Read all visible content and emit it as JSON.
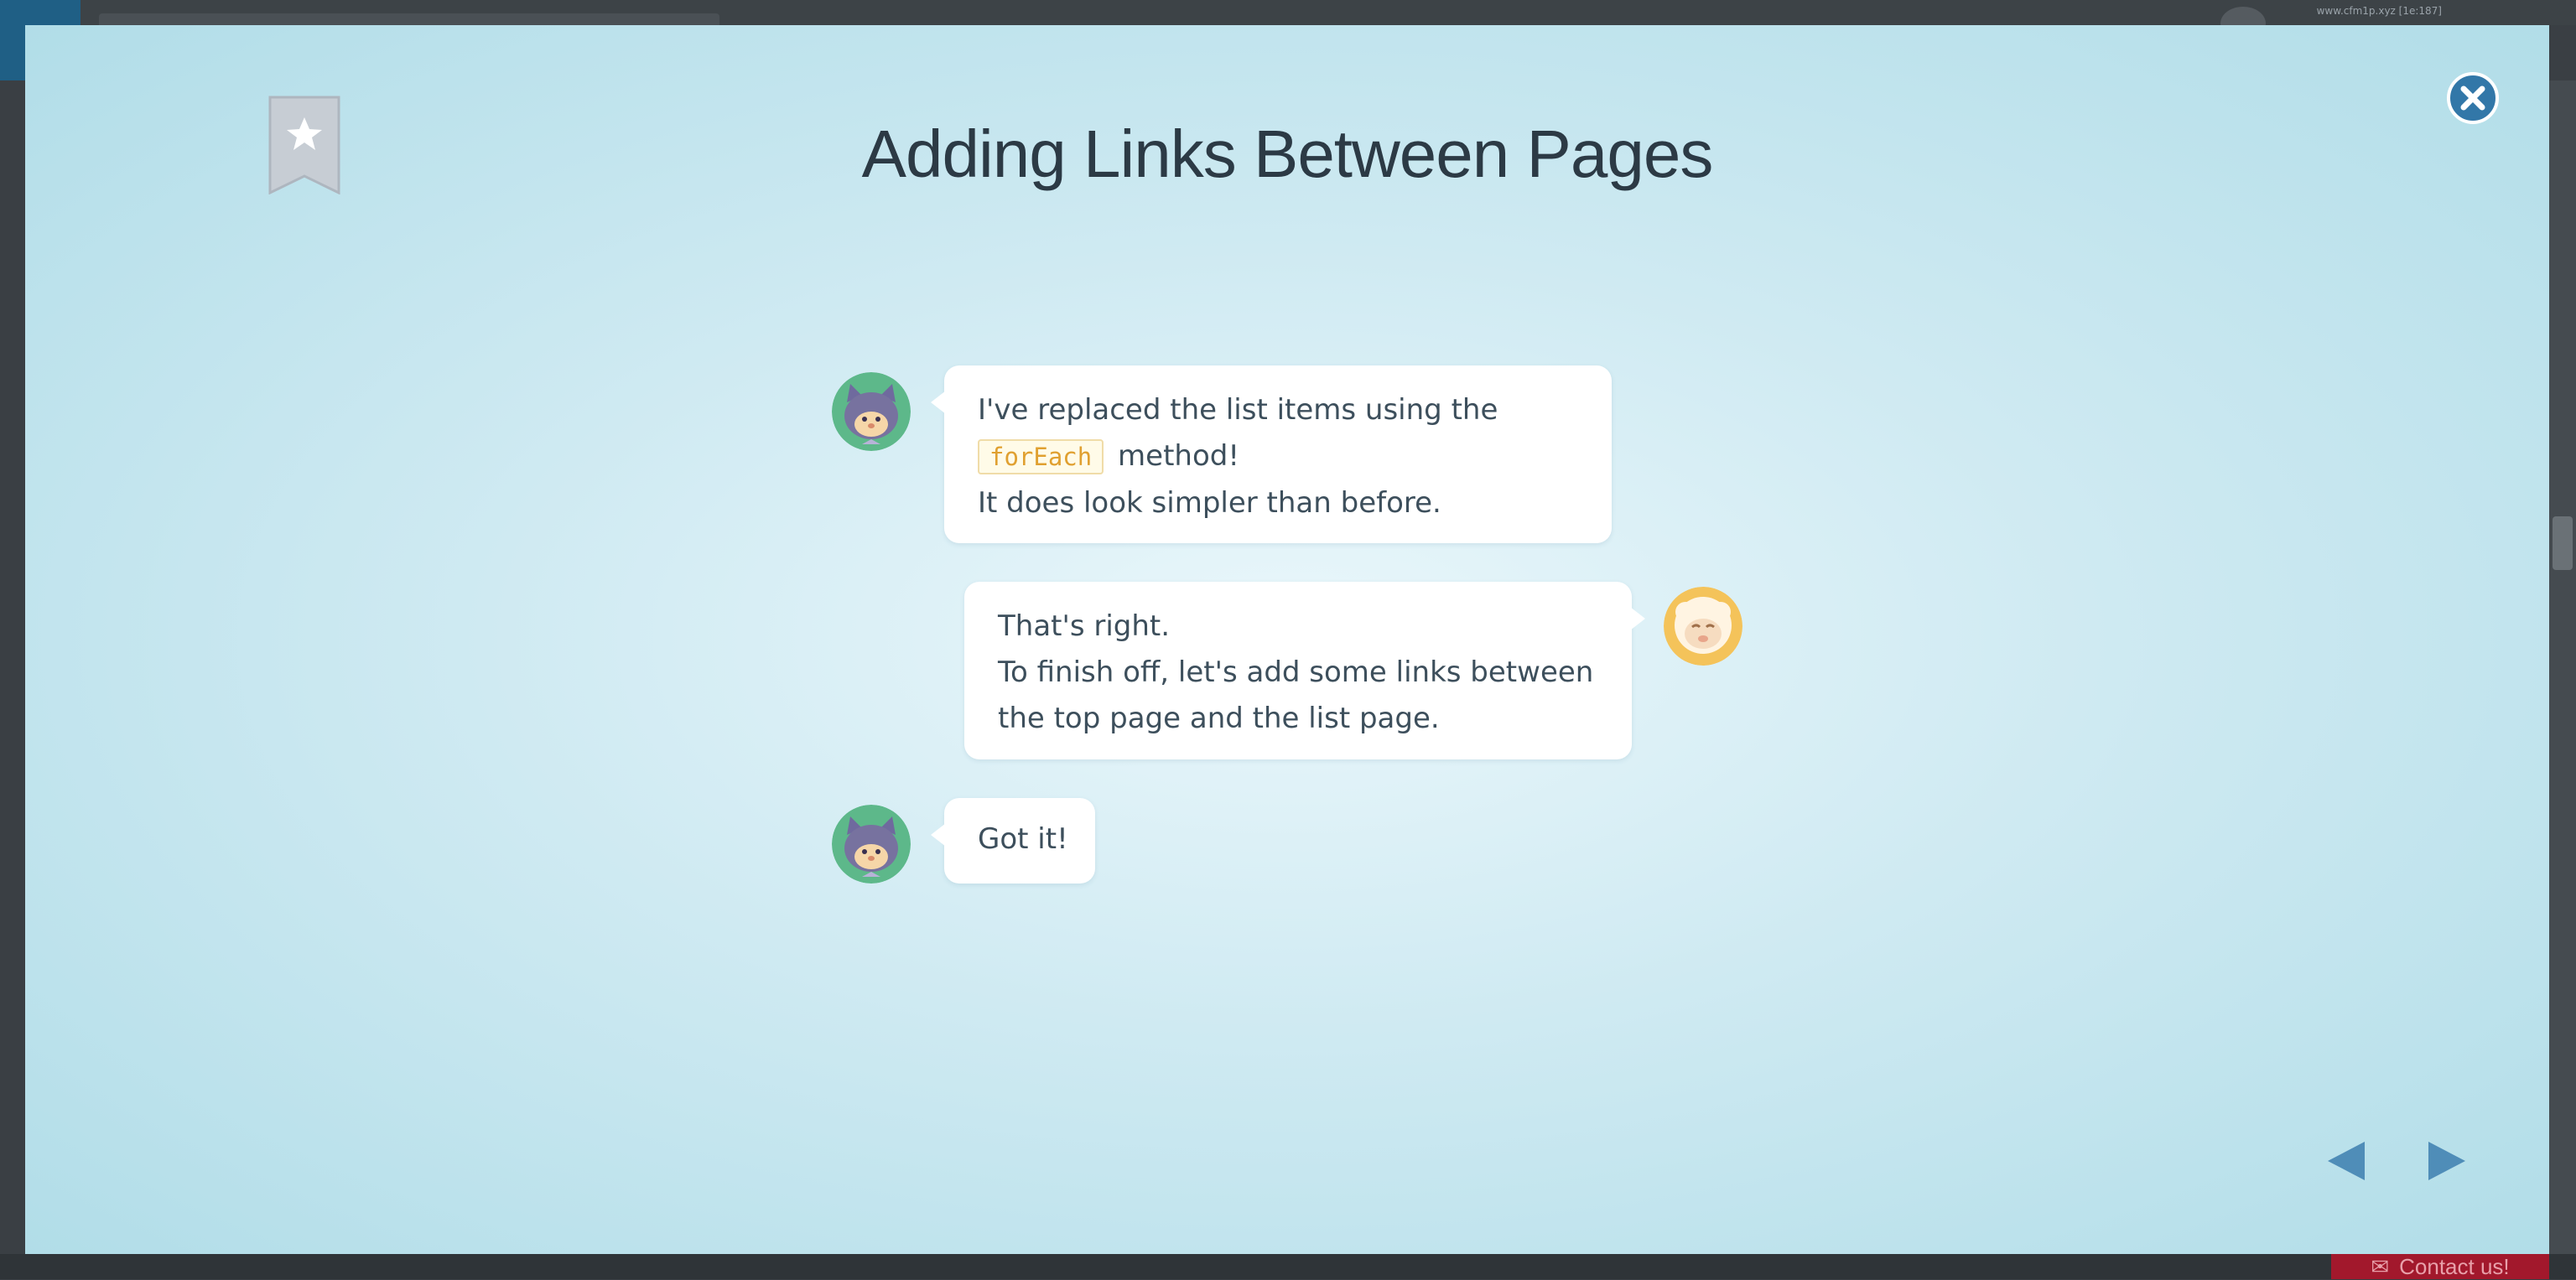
{
  "background": {
    "user_text": "www.cfm1p.xyz [1e:187]",
    "contact_label": "Contact us!"
  },
  "modal": {
    "title": "Adding Links Between Pages",
    "messages": [
      {
        "speaker": "cat",
        "side": "left",
        "lines": [
          "I've replaced the list items using the",
          "",
          "It does look simpler than before."
        ],
        "code": "forEach",
        "code_suffix": "method!"
      },
      {
        "speaker": "sheep",
        "side": "right",
        "lines": [
          "That's right.",
          "To finish off, let's add some links between",
          "the top page and the list page."
        ]
      },
      {
        "speaker": "cat",
        "side": "left",
        "lines": [
          "Got it!"
        ]
      }
    ],
    "icons": {
      "bookmark": "bookmark-star-icon",
      "close": "close-icon",
      "prev": "prev-arrow-icon",
      "next": "next-arrow-icon"
    }
  },
  "colors": {
    "accent": "#3277a8",
    "code_text": "#e0a030",
    "bubble_text": "#3d4f5c",
    "title_text": "#2c3a45"
  }
}
